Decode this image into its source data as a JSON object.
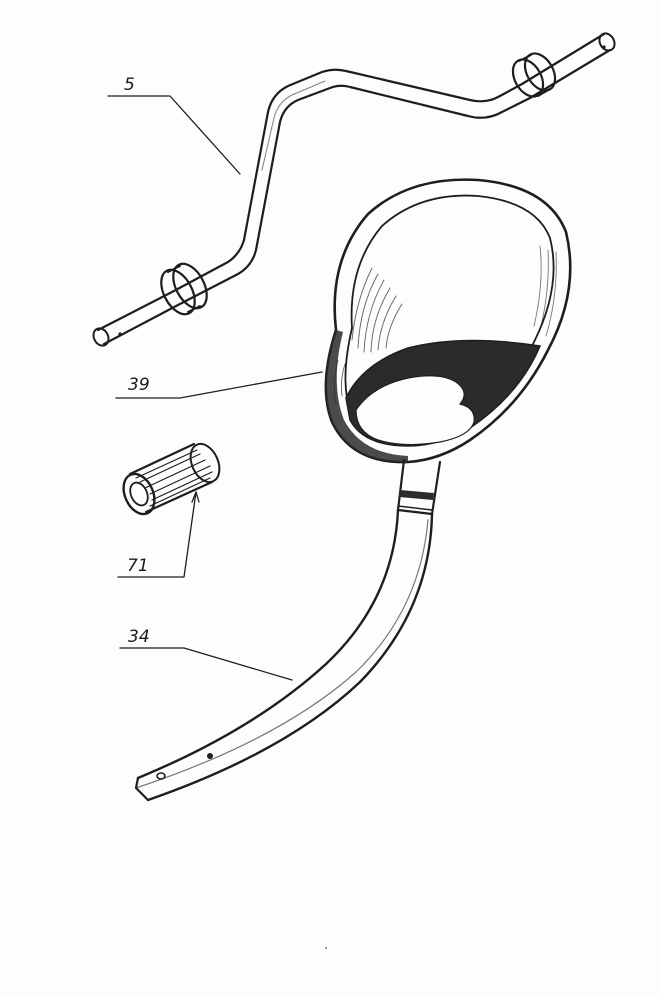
{
  "callouts": [
    {
      "id": "part-5",
      "label": "5"
    },
    {
      "id": "part-39",
      "label": "39"
    },
    {
      "id": "part-71",
      "label": "71"
    },
    {
      "id": "part-34",
      "label": "34"
    }
  ],
  "colors": {
    "ink": "#1e1e1e",
    "paper": "#fdfdfb",
    "dark_fill": "#2b2b2b"
  }
}
